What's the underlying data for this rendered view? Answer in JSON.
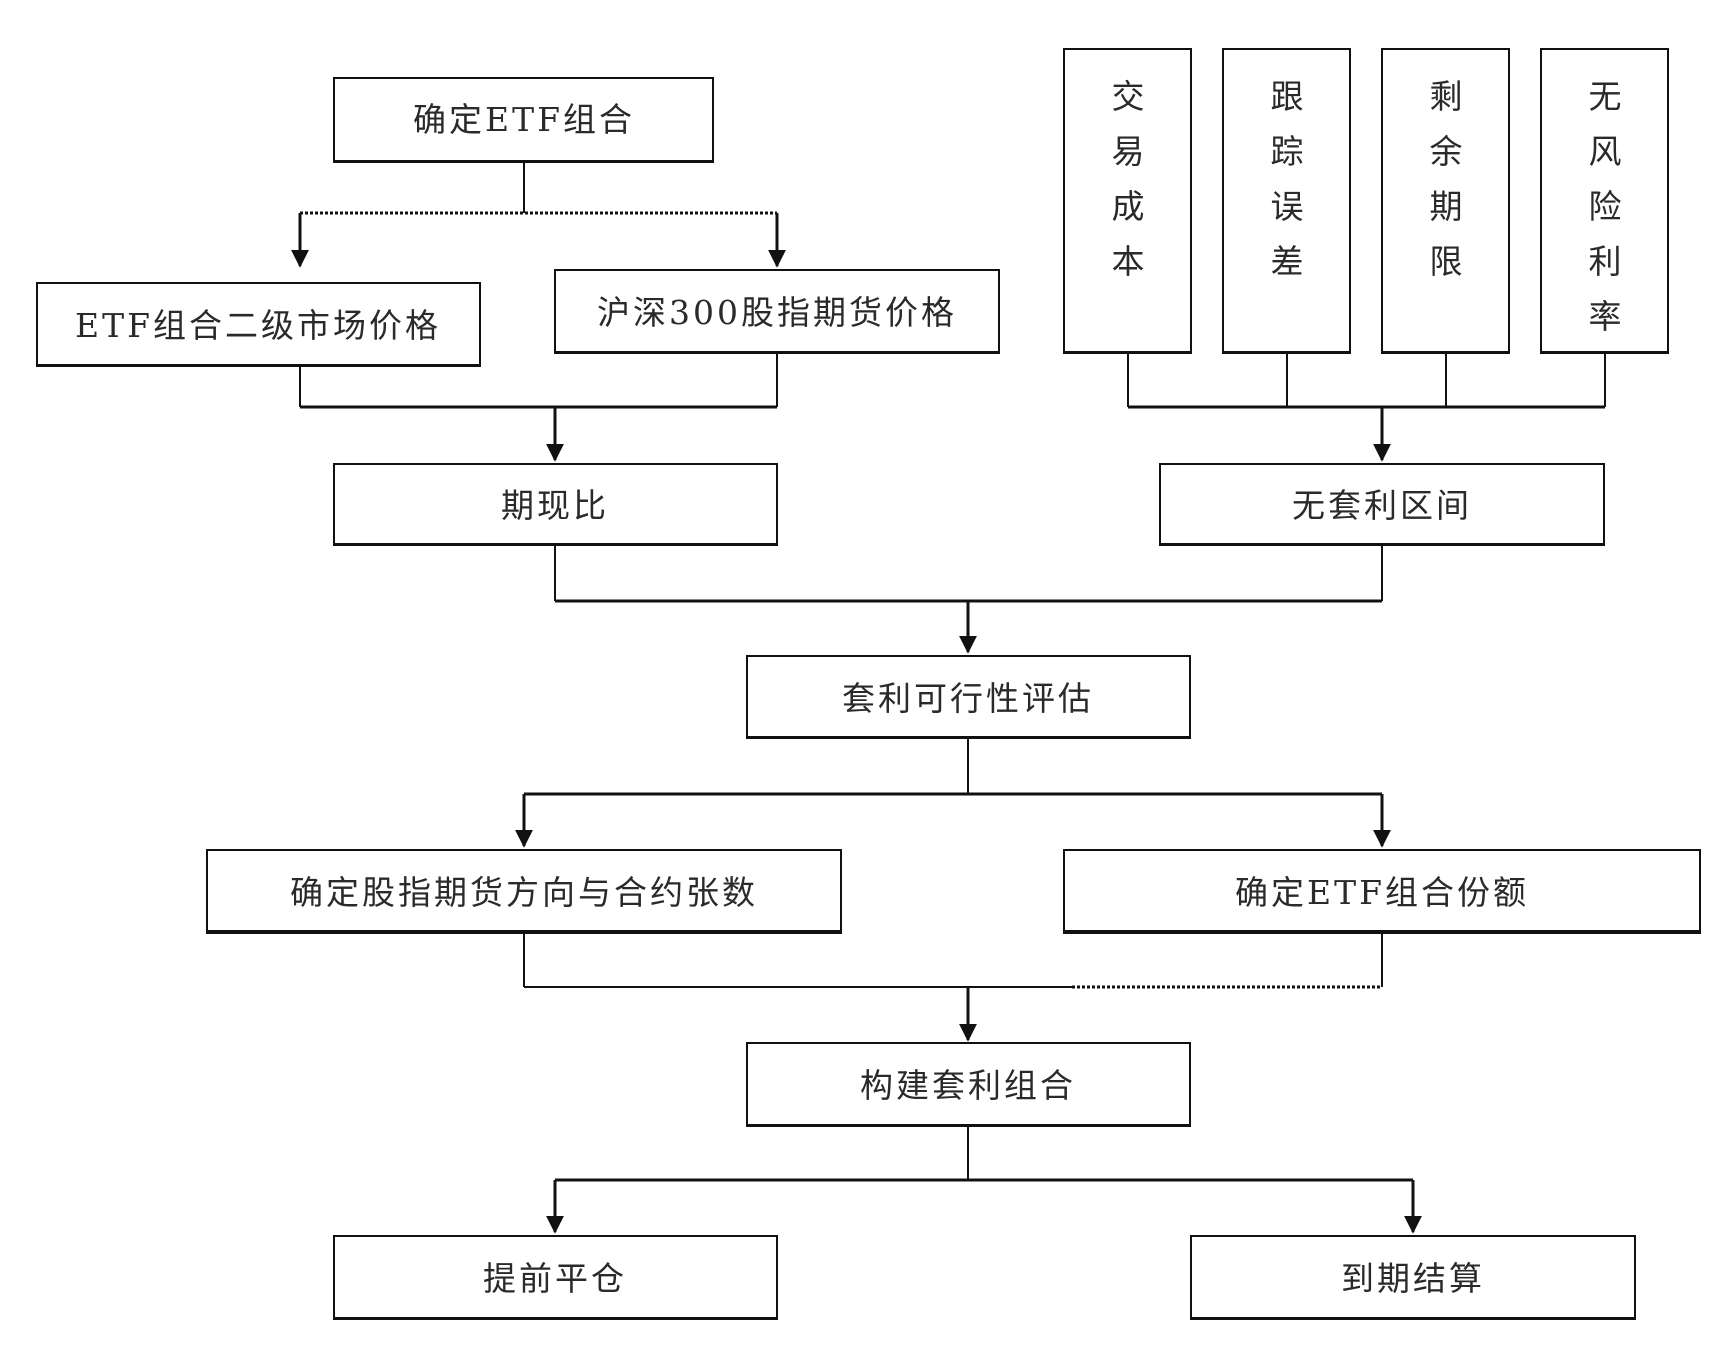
{
  "nodes": {
    "determine_etf": "确定ETF组合",
    "etf_price": "ETF组合二级市场价格",
    "futures_price": "沪深300股指期货价格",
    "ratio": "期现比",
    "no_arb": "无套利区间",
    "feasibility": "套利可行性评估",
    "direction": "确定股指期货方向与合约张数",
    "etf_share": "确定ETF组合份额",
    "construct": "构建套利组合",
    "early_close": "提前平仓",
    "settlement": "到期结算"
  },
  "factors": [
    {
      "id": "transaction_cost",
      "label": "交易成本",
      "chars": [
        "交",
        "易",
        "成",
        "本"
      ]
    },
    {
      "id": "tracking_error",
      "label": "跟踪误差",
      "chars": [
        "跟",
        "踪",
        "误",
        "差"
      ]
    },
    {
      "id": "remaining_term",
      "label": "剩余期限",
      "chars": [
        "剩",
        "余",
        "期",
        "限"
      ]
    },
    {
      "id": "risk_free_rate",
      "label": "无风险利率",
      "chars": [
        "无",
        "风",
        "险",
        "利",
        "率"
      ]
    }
  ]
}
